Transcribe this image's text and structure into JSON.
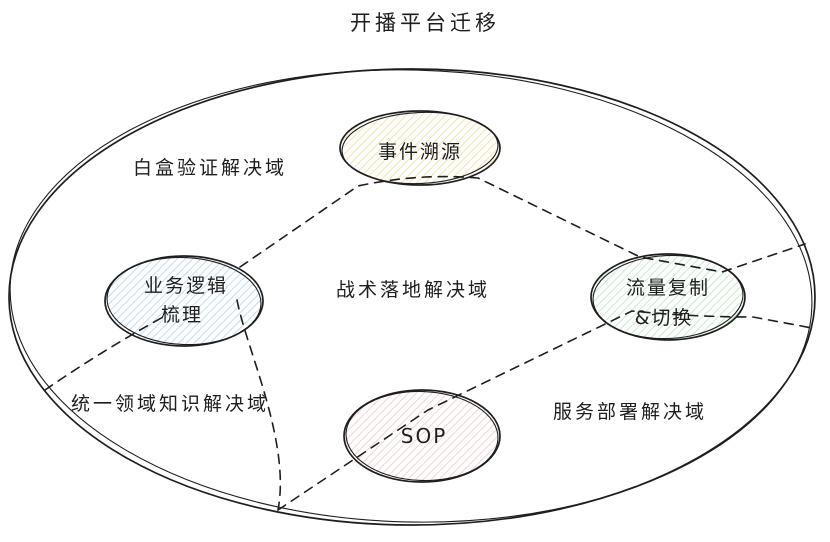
{
  "title": "开播平台迁移",
  "colors": {
    "ink": "#1e1e1e",
    "yellow_hatch": "#f2dd9b",
    "blue_hatch": "#aed5f2",
    "green_hatch": "#b5e8c3",
    "pink_hatch": "#f5c5c5"
  },
  "regions": {
    "white_box": "白盒验证解决域",
    "tactical": "战术落地解决域",
    "unified_domain": "统一领域知识解决域",
    "service_deploy": "服务部署解决域"
  },
  "nodes": {
    "event_tracing": {
      "label": "事件溯源",
      "color": "yellow"
    },
    "business_logic": {
      "line1": "业务逻辑",
      "line2": "梳理",
      "color": "blue"
    },
    "traffic_copy": {
      "line1": "流量复制",
      "line2": "&切换",
      "color": "green"
    },
    "sop": {
      "label": "SOP",
      "color": "pink"
    }
  }
}
